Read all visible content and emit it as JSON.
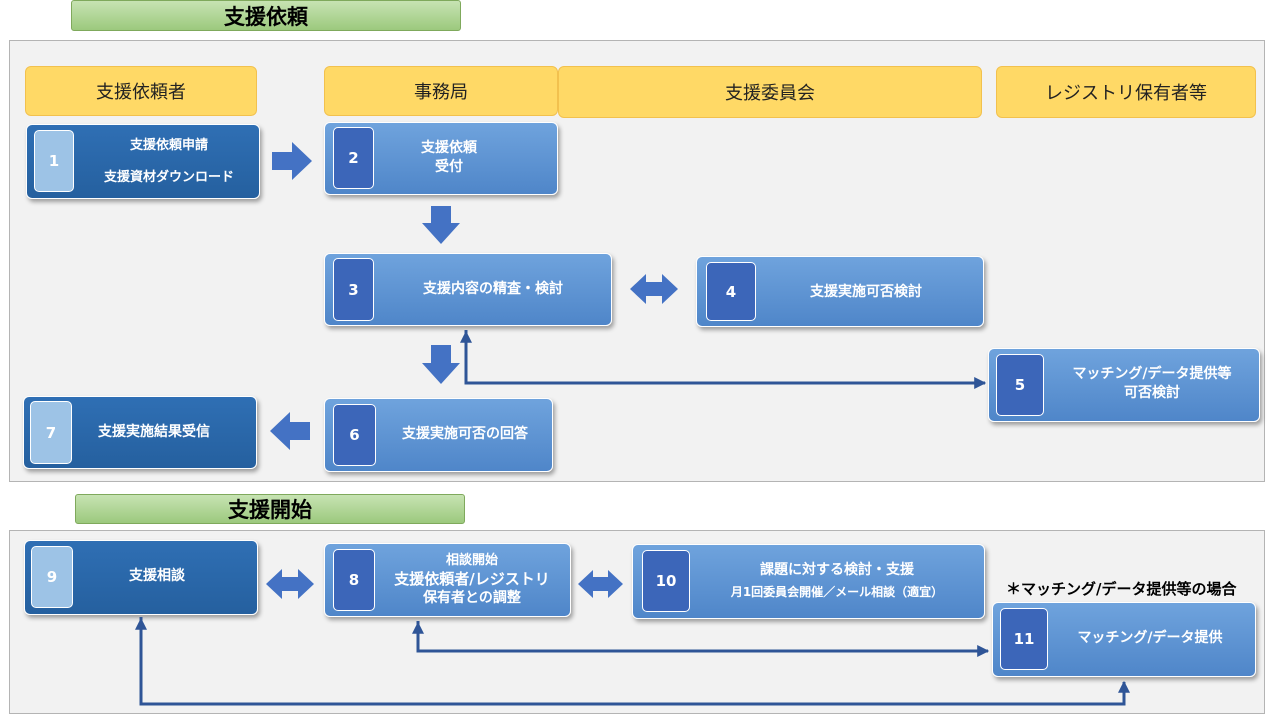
{
  "sections": {
    "request": "支援依頼",
    "start": "支援開始"
  },
  "lanes": {
    "requester": "支援依頼者",
    "secretariat": "事務局",
    "committee": "支援委員会",
    "registry": "レジストリ保有者等"
  },
  "steps": {
    "s1": {
      "num": "1",
      "line1": "支援依頼申請",
      "line2": "支援資材ダウンロード"
    },
    "s2": {
      "num": "2",
      "line1": "支援依頼",
      "line2": "受付"
    },
    "s3": {
      "num": "3",
      "line1": "支援内容の精査・検討"
    },
    "s4": {
      "num": "4",
      "line1": "支援実施可否検討"
    },
    "s5": {
      "num": "5",
      "line1": "マッチング/データ提供等",
      "line2": "可否検討"
    },
    "s6": {
      "num": "6",
      "line1": "支援実施可否の回答"
    },
    "s7": {
      "num": "7",
      "line1": "支援実施結果受信"
    },
    "s8": {
      "num": "8",
      "line1": "相談開始",
      "line2": "支援依頼者/レジストリ",
      "line3": "保有者との調整"
    },
    "s9": {
      "num": "9",
      "line1": "支援相談"
    },
    "s10": {
      "num": "10",
      "line1": "課題に対する検討・支援",
      "line2": "月1回委員会開催／メール相談（適宜）"
    },
    "s11": {
      "num": "11",
      "line1": "マッチング/データ提供"
    }
  },
  "note": "＊マッチング/データ提供等の場合",
  "colors": {
    "lane": "#ffd966",
    "section_title": "#a9d18e",
    "box_light": "#5b9bd5",
    "box_dark": "#2e6db0",
    "arrow": "#4472c4",
    "connector": "#2f5597"
  }
}
